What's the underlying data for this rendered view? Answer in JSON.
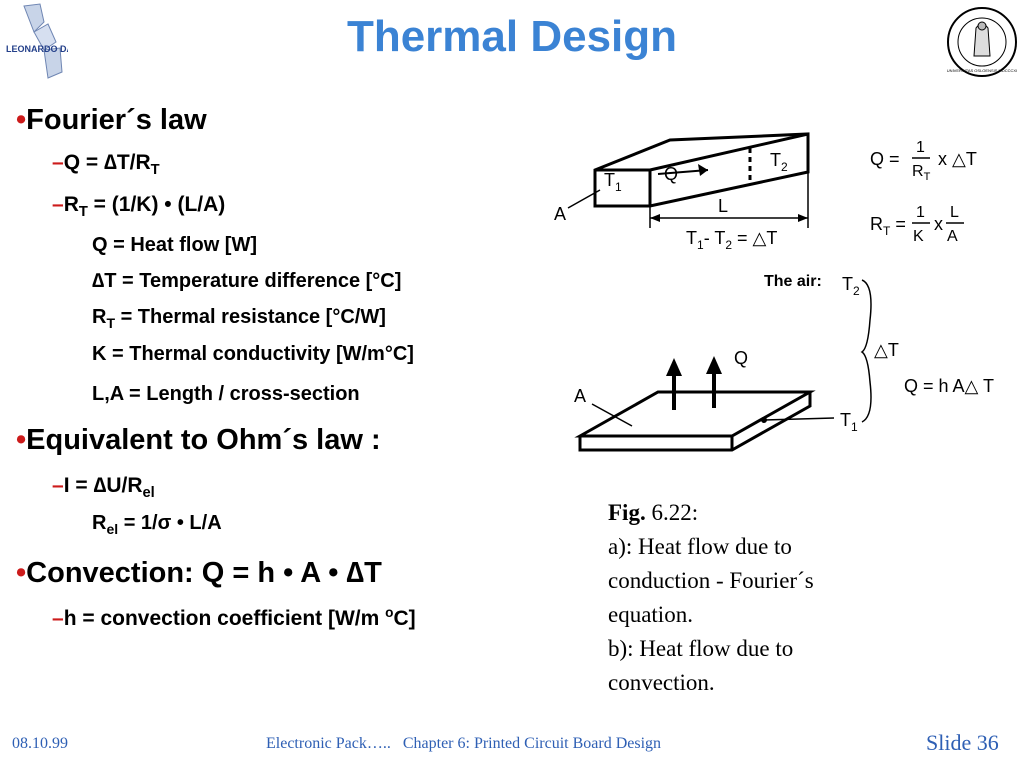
{
  "title": "Thermal Design",
  "logos": {
    "left_text": "LEONARDO DA VINCI",
    "right_seal_text": "UNIVERSITAS OSLOENSIS MDCCCXI"
  },
  "bullets": {
    "b1": "•",
    "d1": "–",
    "d2": "–",
    "b2": "•",
    "d3": "–",
    "b3": "•",
    "d4": "–"
  },
  "content": {
    "fourier": "Fourier´s law",
    "q_prefix": "Q = ",
    "delta": "∆",
    "t_over": "T/R",
    "sub_T": "T",
    "r": "R",
    "rt_rest": " = (1/K) • (L/A)",
    "heat_flow": "Q = Heat flow  [W]",
    "temp_diff_rest": "T = Temperature difference [°C]",
    "rt_def_rest": " = Thermal resistance [°C/W]",
    "k_def": "K = Thermal conductivity [W/m°C]",
    "la_def": "L,A = Length / cross-section",
    "ohm": "Equivalent to Ohm´s law :",
    "i_prefix": "I = ",
    "u_over": "U/R",
    "sub_el": "el",
    "rel_rest": " = 1/",
    "sigma": "σ",
    "rel_tail": " • L/A",
    "convection": "Convection: Q = h • A • ",
    "conv_T": "T",
    "h_def_a": "h = convection coefficient [W/m ",
    "h_def_o": "o",
    "h_def_b": "C]"
  },
  "figure": {
    "fig_label": "Fig.",
    "fig_number": " 6.22:",
    "line_a": "a): Heat flow due to",
    "line_b": "conduction - Fourier´s",
    "line_c": "equation.",
    "line_d": "b): Heat flow due to",
    "line_e": "convection."
  },
  "diagram": {
    "t1": "T",
    "t1_sub": "1",
    "t2": "T",
    "t2_sub": "2",
    "q": "Q",
    "a": "A",
    "l": "L",
    "dim_t1": "T",
    "dim_s1": "1",
    "dim_mid": "- T",
    "dim_s2": "2",
    "dim_eq": " = △T",
    "eq1_q": "Q =",
    "eq1_num": "1",
    "eq1_den": "R",
    "eq1_den_sub": "T",
    "eq1_tail": "x △T",
    "eq2_r": "R",
    "eq2_sub": "T",
    "eq2_eq": " =",
    "eq2_num1": "1",
    "eq2_den1": "K",
    "eq2_x": "x",
    "eq2_num2": "L",
    "eq2_den2": "A",
    "air": "The air:",
    "air_t2": "T",
    "air_t2_sub": "2",
    "delta_t": "△T",
    "conv_eq": "Q = h A△ T",
    "plate_a": "A",
    "plate_q": "Q",
    "plate_t1": "T",
    "plate_t1_sub": "1"
  },
  "footer": {
    "date": "08.10.99",
    "course": "Electronic Pack…..   Chapter 6: Printed Circuit Board Design",
    "slide_label": "Slide ",
    "slide_number": "36"
  }
}
